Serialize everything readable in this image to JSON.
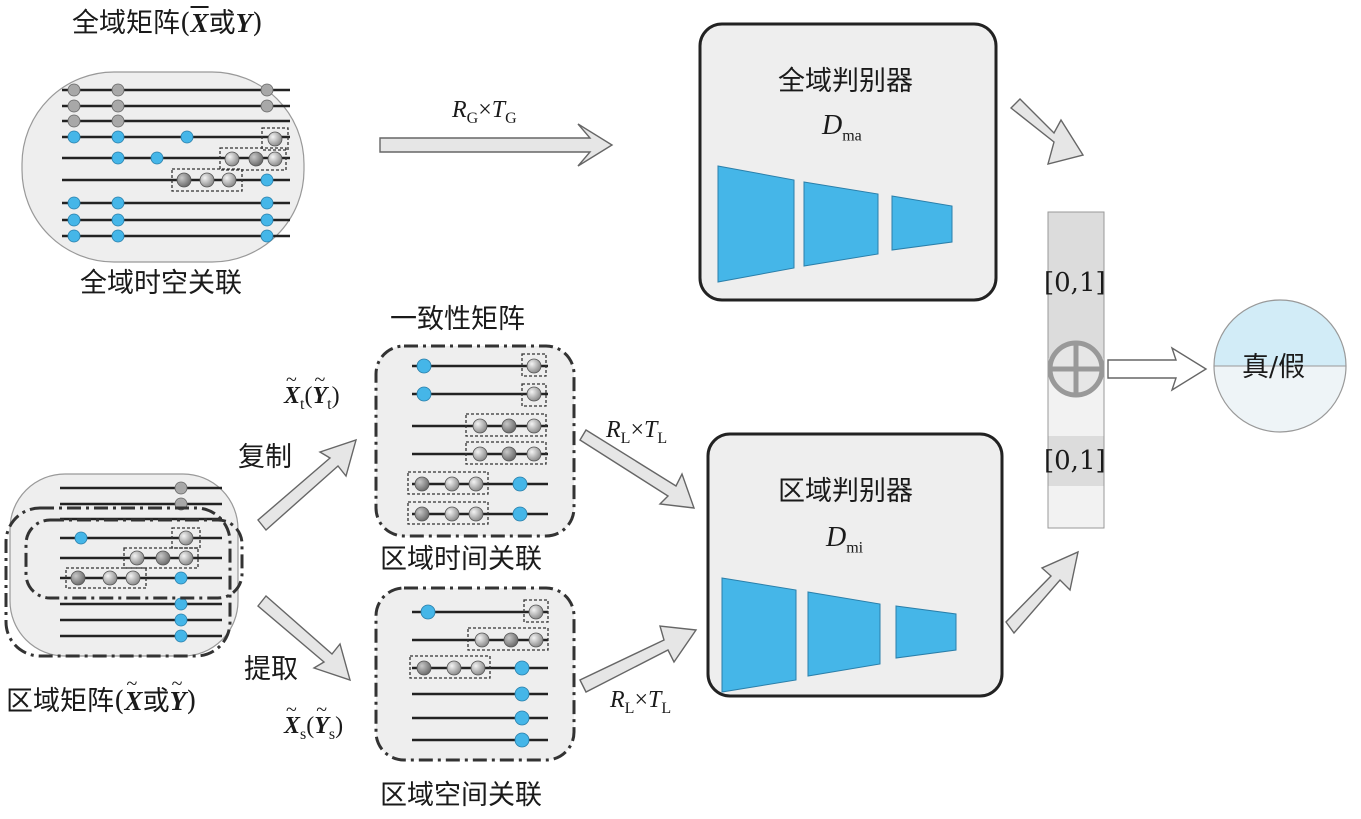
{
  "global_matrix": {
    "prefix": "全域矩阵(",
    "x": "X",
    "or": "或",
    "y": "Y",
    "suffix": ")"
  },
  "global_assoc": "全域时空关联",
  "global_edge": {
    "r": "R",
    "r_sub": "G",
    "times": "×",
    "t": "T",
    "t_sub": "G"
  },
  "global_disc": {
    "title": "全域判别器",
    "sym": "D",
    "sym_sub": "ma"
  },
  "consistency_matrix": "一致性矩阵",
  "temporal": {
    "x": "X",
    "x_sub": "t",
    "y": "Y",
    "y_sub": "t"
  },
  "copy_label": "复制",
  "extract_label": "提取",
  "regional_temporal": "区域时间关联",
  "regional_spatial": "区域空间关联",
  "regional_matrix": {
    "prefix": "区域矩阵(",
    "x": "X",
    "or": "或",
    "y": "Y",
    "suffix": ")"
  },
  "spatial": {
    "x": "X",
    "x_sub": "s",
    "y": "Y",
    "y_sub": "s"
  },
  "regional_edge": {
    "r": "R",
    "r_sub": "L",
    "times": "×",
    "t": "T",
    "t_sub": "L"
  },
  "regional_disc": {
    "title": "区域判别器",
    "sym": "D",
    "sym_sub": "mi"
  },
  "score_range_top": "[0,1]",
  "score_range_bottom": "[0,1]",
  "output": "真/假",
  "colors": {
    "blue": "#45b6e8",
    "node_gray": "#a8a8a8",
    "panel": "#eeeeee",
    "arrow": "#cfcfcf"
  }
}
